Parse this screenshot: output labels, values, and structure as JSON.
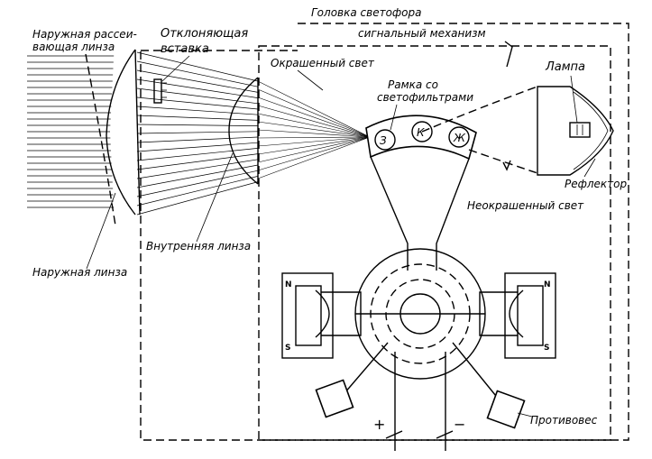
{
  "labels": {
    "traffic_light_head": "Головка светофора",
    "signal_mechanism": "сигнальный механизм",
    "outer_diffusing_lens_line1": "Наружная рассеи-",
    "outer_diffusing_lens_line2": "вающая линза",
    "deflecting_insert_line1": "Отклоняющая",
    "deflecting_insert_line2": "вставка",
    "colored_light": "Окрашенный свет",
    "filter_frame_line1": "Рамка со",
    "filter_frame_line2": "светофильтрами",
    "lamp": "Лампа",
    "reflector": "Рефлектор",
    "uncolored_light": "Неокрашенный свет",
    "inner_lens": "Внутренняя линза",
    "outer_lens": "Наружная линза",
    "counterweight": "Противовес",
    "filter_green": "З",
    "filter_red": "К",
    "filter_yellow": "Ж",
    "pole_n": "N",
    "pole_s": "S",
    "plus": "+",
    "minus": "−"
  }
}
